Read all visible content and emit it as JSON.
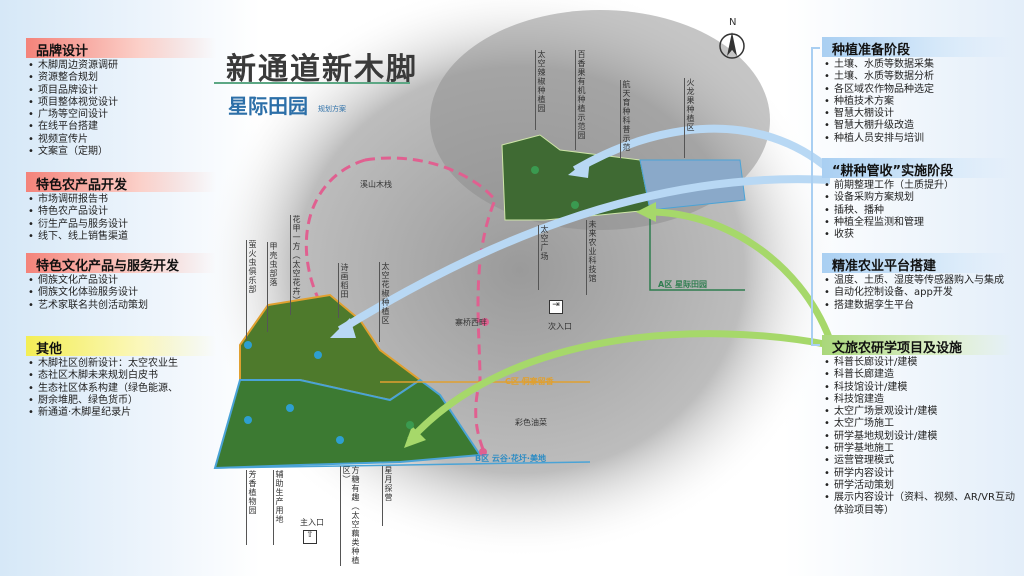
{
  "title": {
    "main": "新通道新木脚",
    "sub": "星际田园",
    "tag": "规划方案"
  },
  "compass": "N",
  "left": [
    {
      "heading": "品牌设计",
      "style": "red",
      "items": [
        "木脚周边资源调研",
        "资源整合规划",
        "项目品牌设计",
        "项目整体视觉设计",
        "广场等空间设计",
        "在线平台搭建",
        "视频宣传片",
        "文案宣（定期）"
      ]
    },
    {
      "heading": "特色农产品开发",
      "style": "red",
      "items": [
        "市场调研报告书",
        "特色农产品设计",
        "衍生产品与服务设计",
        "线下、线上销售渠道"
      ]
    },
    {
      "heading": "特色文化产品与服务开发",
      "style": "red",
      "items": [
        "侗族文化产品设计",
        "侗族文化体验服务设计",
        "艺术家联名共创活动策划"
      ]
    },
    {
      "heading": "其他",
      "style": "yel",
      "items": [
        "木脚社区创新设计：太空农业生",
        "态社区木脚未来规划白皮书",
        "生态社区体系构建（绿色能源、",
        "厨余堆肥、绿色货币）",
        "新通道·木脚星纪录片"
      ]
    }
  ],
  "right": [
    {
      "heading": "种植准备阶段",
      "style": "blu",
      "items": [
        "土壤、水质等数据采集",
        "土壤、水质等数据分析",
        "各区域农作物品种选定",
        "种植技术方案",
        "智慧大棚设计",
        "智慧大棚升级改造",
        "种植人员安排与培训"
      ]
    },
    {
      "heading": "“耕种管收”实施阶段",
      "style": "blu",
      "items": [
        "前期整理工作（土质提升）",
        "设备采购方案规划",
        "插秧、播种",
        "种植全程监测和管理",
        "收获"
      ]
    },
    {
      "heading": "精准农业平台搭建",
      "style": "blu",
      "items": [
        "温度、土质、湿度等传感器购入与集成",
        "自动化控制设备、app开发",
        "搭建数据孪生平台"
      ]
    },
    {
      "heading": "文旅农研学项目及设施",
      "style": "grn",
      "items": [
        "科普长廊设计/建模",
        "科普长廊建造",
        "科技馆设计/建模",
        "科技馆建造",
        "太空广场景观设计/建模",
        "太空广场施工",
        "研学基地规划设计/建模",
        "研学基地施工",
        "运营管理模式",
        "研学内容设计",
        "研学活动策划",
        "展示内容设计（资料、视频、AR/VR互动体验项目等）"
      ]
    }
  ],
  "map_labels": {
    "l1": "溪山木栈",
    "l2": "太空辣椒种植园",
    "l3": "百香果有机种植示范园",
    "l4": "航天育种科普示范",
    "l5": "火龙果种植区",
    "l6": "萤火虫俱乐部",
    "l7": "甲壳虫部落",
    "l8": "花甲一方（太空花卉）",
    "l9": "诗画稻田",
    "l10": "太空花椒种植区",
    "l11": "太空广场",
    "l12": "未来农业科技馆",
    "l13": "A区  星际田园",
    "l14": "次入口",
    "l15": "寨桥西畔",
    "l16": "C区  侗寨留香",
    "l17": "彩色油菜",
    "l18": "B区  云谷·花圩·美地",
    "l19": "芳香植物园",
    "l20": "辅助生产用地",
    "l21": "主入口",
    "l22": "方糖有趣（太空藕类种植区）",
    "l23": "星月探营"
  },
  "colors": {
    "zoneA": "#2e7d4f",
    "zoneB": "#4aa3d6",
    "zoneC": "#e0a030",
    "route": "#e06090",
    "arrowBlue": "#b8d8f4",
    "arrowGreen": "#a6d86a"
  }
}
